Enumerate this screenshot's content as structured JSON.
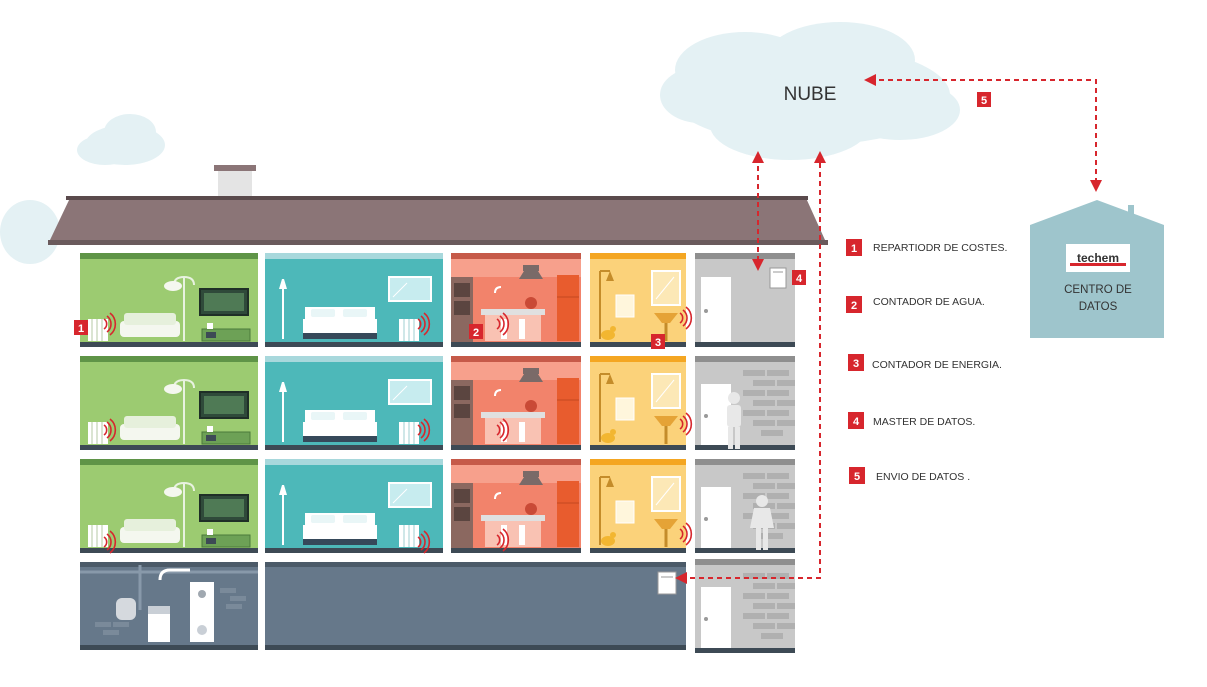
{
  "cloud": {
    "label": "NUBE"
  },
  "datacenter": {
    "logo": "techem",
    "label_line1": "CENTRO DE",
    "label_line2": "DATOS"
  },
  "legend": [
    {
      "num": "1",
      "text": "REPARTIODR DE COSTES."
    },
    {
      "num": "2",
      "text": "CONTADOR DE AGUA."
    },
    {
      "num": "3",
      "text": "CONTADOR DE ENERGIA."
    },
    {
      "num": "4",
      "text": "MASTER DE DATOS."
    },
    {
      "num": "5",
      "text": "ENVIO DE DATOS ."
    }
  ],
  "markers": {
    "m1": "1",
    "m2": "2",
    "m3": "3",
    "m4": "4",
    "m5": "5"
  },
  "colors": {
    "badge": "#d7262d",
    "arrow": "#d7262d",
    "roof": "#8b7577",
    "living": "#9ccb71",
    "bedroom": "#4db8b9",
    "kitchen": "#f2836b",
    "bathroom": "#fbd27a",
    "hall": "#c8c8c8",
    "basement": "#66788a",
    "cloud": "#e4f1f4",
    "datacenter": "#9ec5cc"
  }
}
